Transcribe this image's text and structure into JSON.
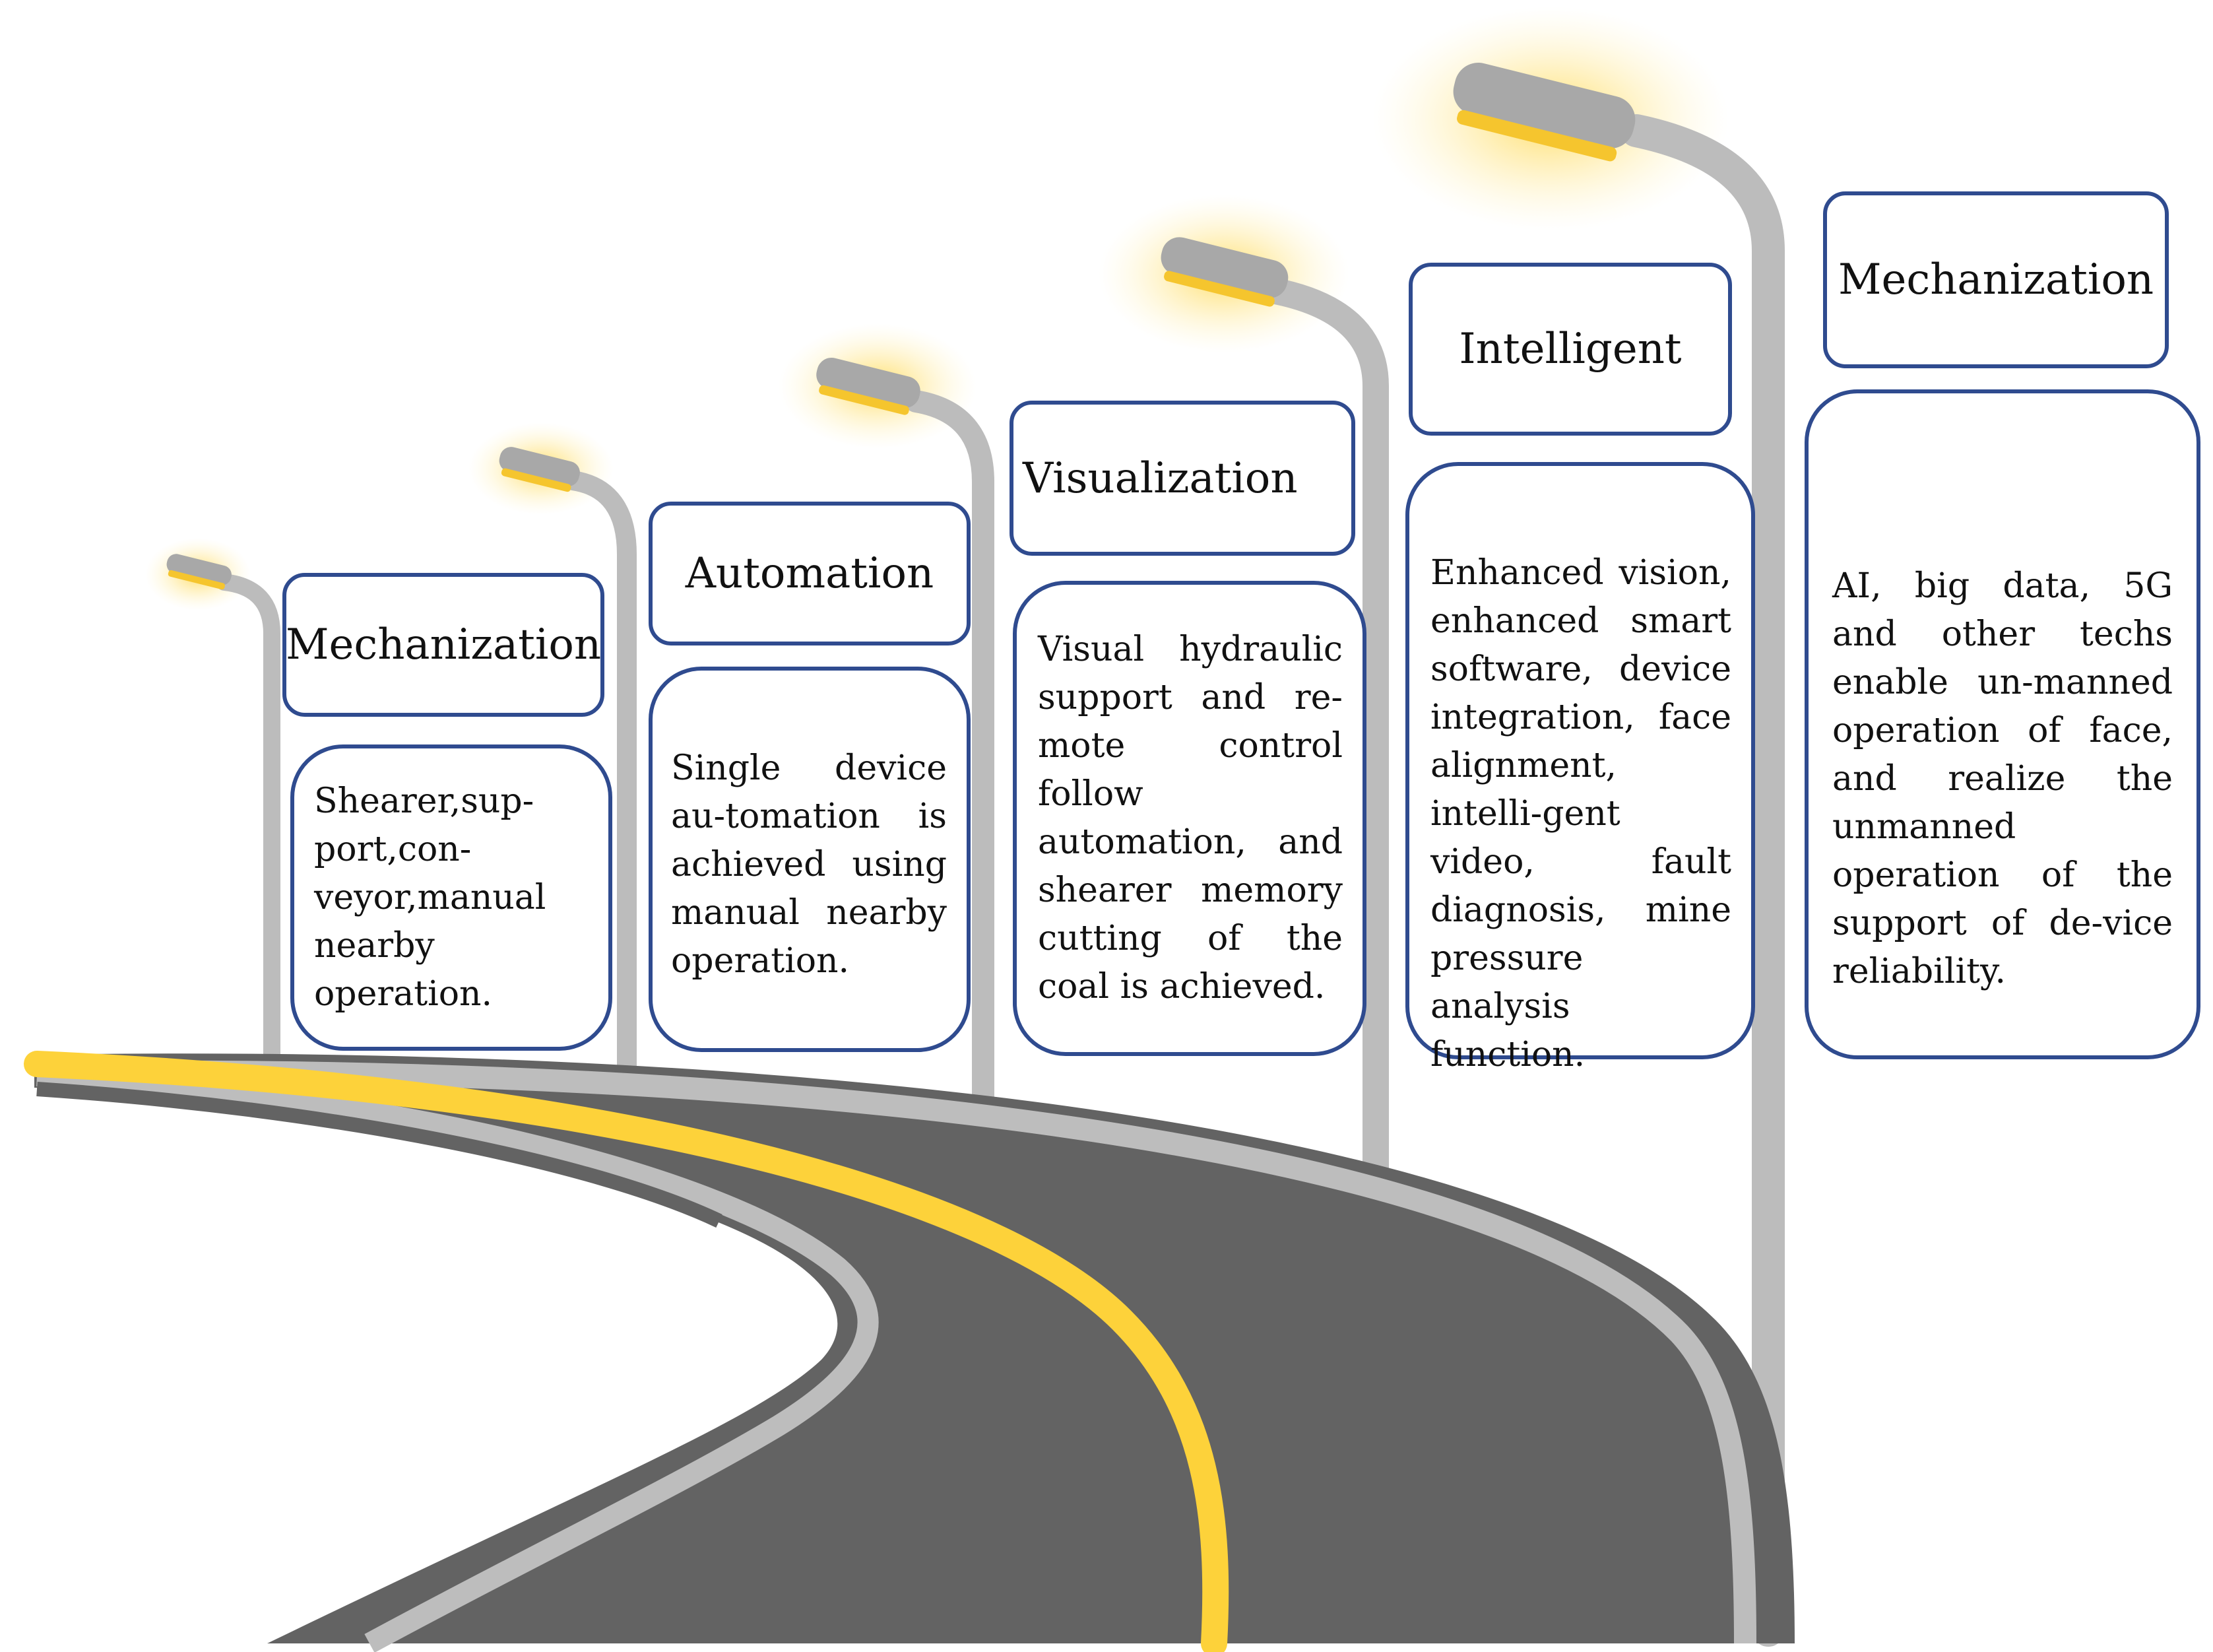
{
  "stages": [
    {
      "title": "Mechanization",
      "description": "Shearer,sup-port,con-veyor,manual nearby operation."
    },
    {
      "title": "Automation",
      "description": "Single device au-tomation is achieved using manual nearby operation."
    },
    {
      "title": "Visualization",
      "description": "Visual hydraulic support and re-mote control follow automation, and shearer memory cutting of the coal is achieved."
    },
    {
      "title": "Intelligent",
      "description": "Enhanced vision, enhanced smart software, device integration, face alignment, intelli-gent video, fault diagnosis, mine pressure analysis function."
    },
    {
      "title": "Mechanization",
      "description": "AI, big data, 5G and other techs enable un-manned operation of face, and realize the unmanned operation of the support of de-vice reliability."
    }
  ],
  "colors": {
    "box_border": "#2f4b8f",
    "road": "#636363",
    "road_edge": "#bdbdbd",
    "center_line": "#fdd23a",
    "pole": "#bcbcbc",
    "lamp_head": "#a8a8a8",
    "lamp_light": "#f7c843"
  },
  "icons": [
    "street-lamp-icon",
    "curved-road"
  ]
}
